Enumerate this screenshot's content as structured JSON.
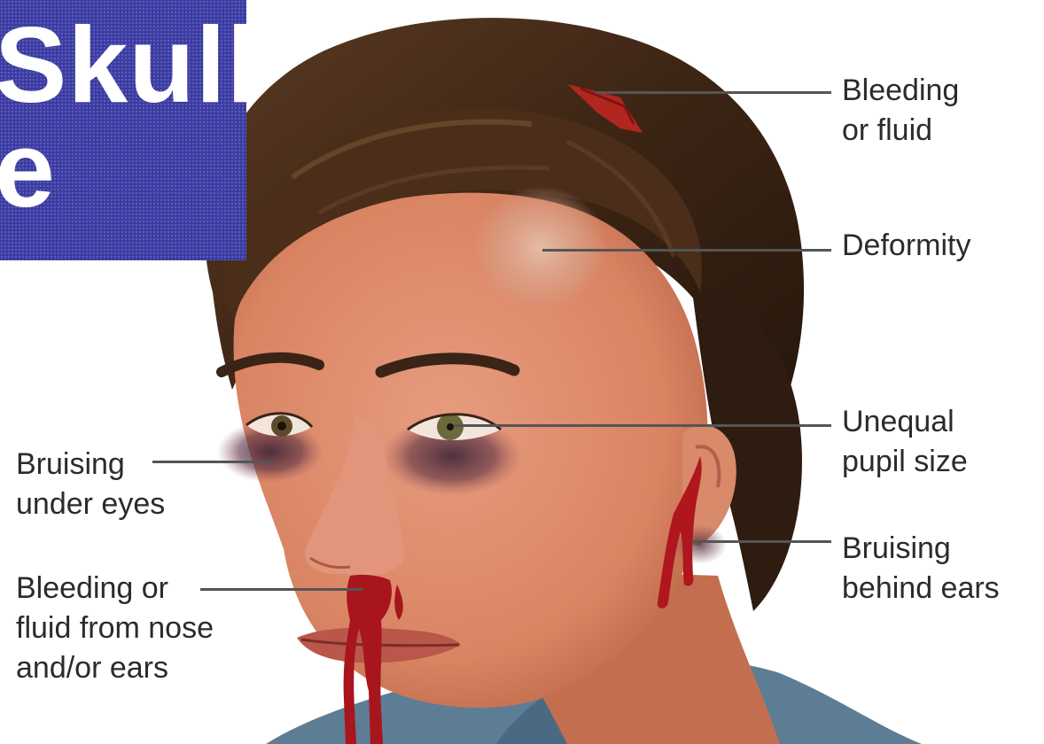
{
  "slide": {
    "title_lines": [
      "Skull",
      "e"
    ],
    "accent_color": "#3b3ba4"
  },
  "callouts": {
    "bleeding_fluid": [
      "Bleeding",
      "or fluid"
    ],
    "deformity": [
      "Deformity"
    ],
    "unequal_pupil": [
      "Unequal",
      "pupil size"
    ],
    "bruising_behind_ears": [
      "Bruising",
      "behind ears"
    ],
    "bruising_under_eyes": [
      "Bruising",
      "under eyes"
    ],
    "bleeding_nose_ears": [
      "Bleeding or",
      "fluid from nose",
      "and/or ears"
    ]
  }
}
